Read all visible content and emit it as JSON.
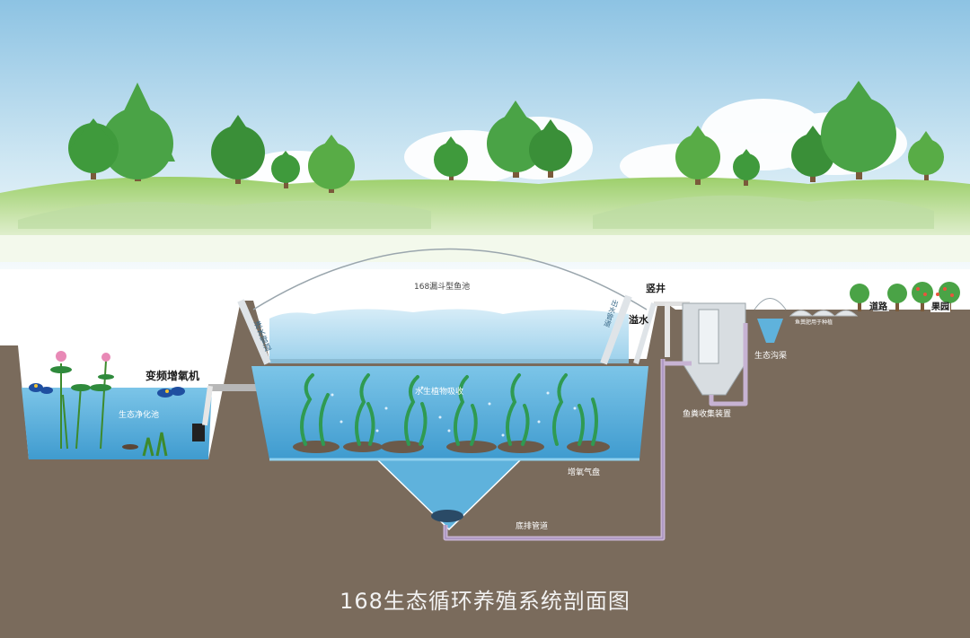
{
  "diagram": {
    "caption": "168生态循环养殖系统剖面图",
    "labels": {
      "dome": "168漏斗型鱼池",
      "inlet_pipe": "进水管道",
      "outlet_pipe": "出水管道",
      "overflow": "溢水",
      "vertical_well": "竖井",
      "aerator": "变频增氧机",
      "purification_pond": "生态净化池",
      "aquatic_plants": "水生植物吸收",
      "aeration_disc": "增氧气盘",
      "bottom_pipe": "底排管道",
      "collector": "鱼粪收集装置",
      "eco_ditch": "生态沟渠",
      "fertilizer": "鱼粪肥用于种植",
      "road": "道路",
      "orchard": "果园"
    }
  },
  "colors": {
    "sky_top": "#9fcbe6",
    "grass": "#8cc25a",
    "tree": "#3f9a3c",
    "soil": "#7a6b5c",
    "water": "#5fb2dc",
    "pipe": "#c9b6d3"
  }
}
